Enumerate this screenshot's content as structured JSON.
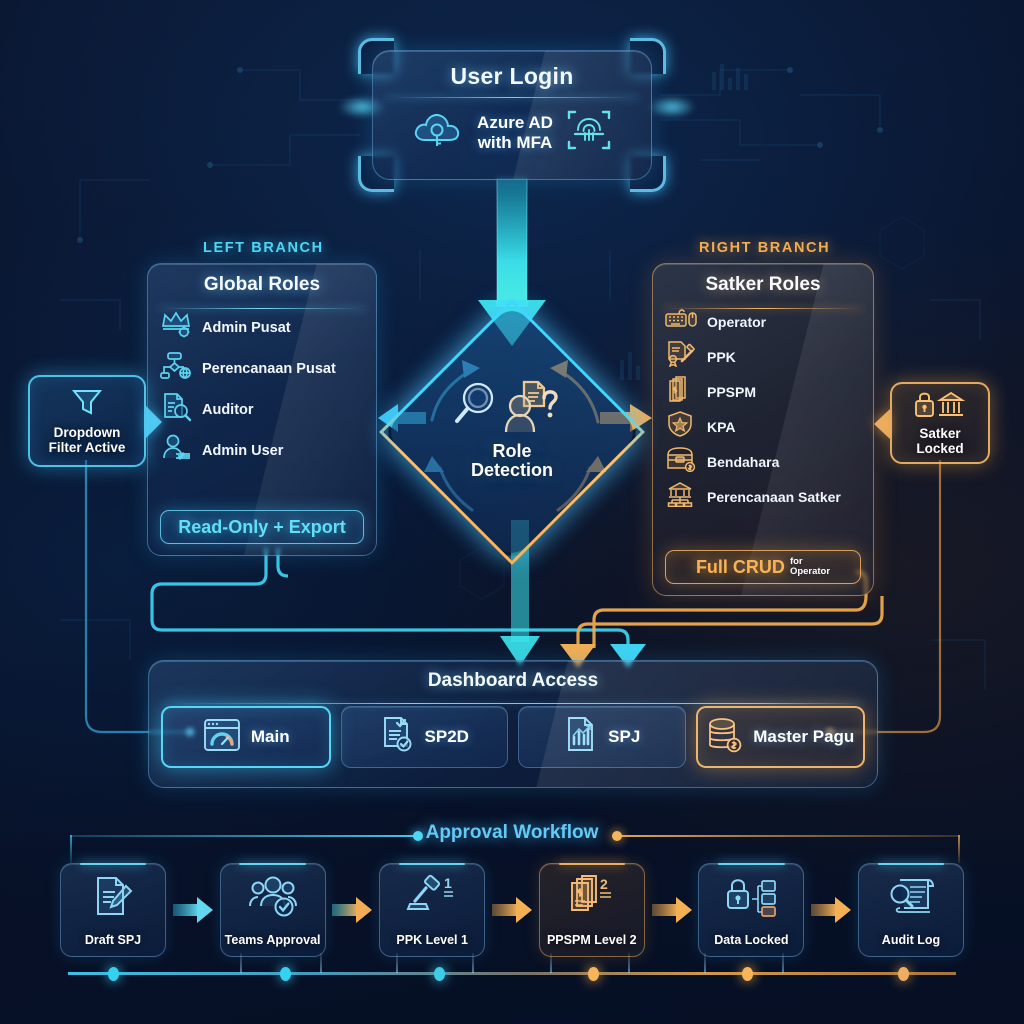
{
  "login": {
    "title": "User Login",
    "method": "Azure AD\nwith MFA",
    "method_line1": "Azure AD",
    "method_line2": "with MFA",
    "icons": [
      "cloud-key-icon",
      "fingerprint-icon"
    ]
  },
  "branches": {
    "left_label": "LEFT BRANCH",
    "right_label": "RIGHT BRANCH"
  },
  "left_panel": {
    "title": "Global Roles",
    "roles": [
      {
        "label": "Admin Pusat",
        "icon": "crown-gear-icon"
      },
      {
        "label": "Perencanaan Pusat",
        "icon": "flowchart-globe-icon"
      },
      {
        "label": "Auditor",
        "icon": "document-magnifier-icon"
      },
      {
        "label": "Admin User",
        "icon": "user-settings-icon"
      }
    ],
    "badge": "Read-Only + Export"
  },
  "right_panel": {
    "title": "Satker Roles",
    "roles": [
      {
        "label": "Operator",
        "icon": "keyboard-mouse-icon"
      },
      {
        "label": "PPK",
        "icon": "contract-gavel-icon"
      },
      {
        "label": "PPSPM",
        "icon": "documents-stack-icon"
      },
      {
        "label": "KPA",
        "icon": "shield-star-icon"
      },
      {
        "label": "Bendahara",
        "icon": "cash-box-icon"
      },
      {
        "label": "Perencanaan Satker",
        "icon": "bank-hierarchy-icon"
      }
    ],
    "badge_main": "Full CRUD",
    "badge_sub_line1": "for",
    "badge_sub_line2": "Operator"
  },
  "role_detection": {
    "line1": "Role",
    "line2": "Detection",
    "icons": [
      "magnifier-icon",
      "document-icon",
      "person-icon",
      "question-mark-icon"
    ]
  },
  "callouts": {
    "left": {
      "line1": "Dropdown",
      "line2": "Filter Active",
      "icon": "funnel-filter-icon"
    },
    "right": {
      "line1": "Satker",
      "line2": "Locked",
      "icons": [
        "lock-icon",
        "bank-icon"
      ]
    }
  },
  "dashboard": {
    "title": "Dashboard Access",
    "items": [
      {
        "label": "Main",
        "icon": "gauge-window-icon",
        "state": "active-cyan"
      },
      {
        "label": "SP2D",
        "icon": "document-check-icon",
        "state": "default"
      },
      {
        "label": "SPJ",
        "icon": "chart-document-icon",
        "state": "default"
      },
      {
        "label": "Master Pagu",
        "icon": "coin-stack-icon",
        "state": "active-orange"
      }
    ]
  },
  "workflow": {
    "title": "Approval Workflow",
    "steps": [
      {
        "label": "Draft SPJ",
        "icon": "document-pencil-icon",
        "tone": "cyan"
      },
      {
        "label": "Teams Approval",
        "icon": "users-check-icon",
        "tone": "cyan"
      },
      {
        "label": "PPK Level 1",
        "icon": "gavel-icon",
        "badge": "1",
        "tone": "cyan"
      },
      {
        "label": "PPSPM Level 2",
        "icon": "money-documents-icon",
        "badge": "2",
        "tone": "orange"
      },
      {
        "label": "Data Locked",
        "icon": "lock-folders-icon",
        "tone": "cyan"
      },
      {
        "label": "Audit Log",
        "icon": "scroll-magnifier-icon",
        "tone": "cyan"
      }
    ]
  },
  "colors": {
    "background": "#08122a",
    "cyan": "#4fd8f5",
    "orange": "#f2ae54",
    "panel_border_cyan": "#78bef5",
    "panel_border_orange": "#f0b46e",
    "text": "#eaf4ff"
  }
}
